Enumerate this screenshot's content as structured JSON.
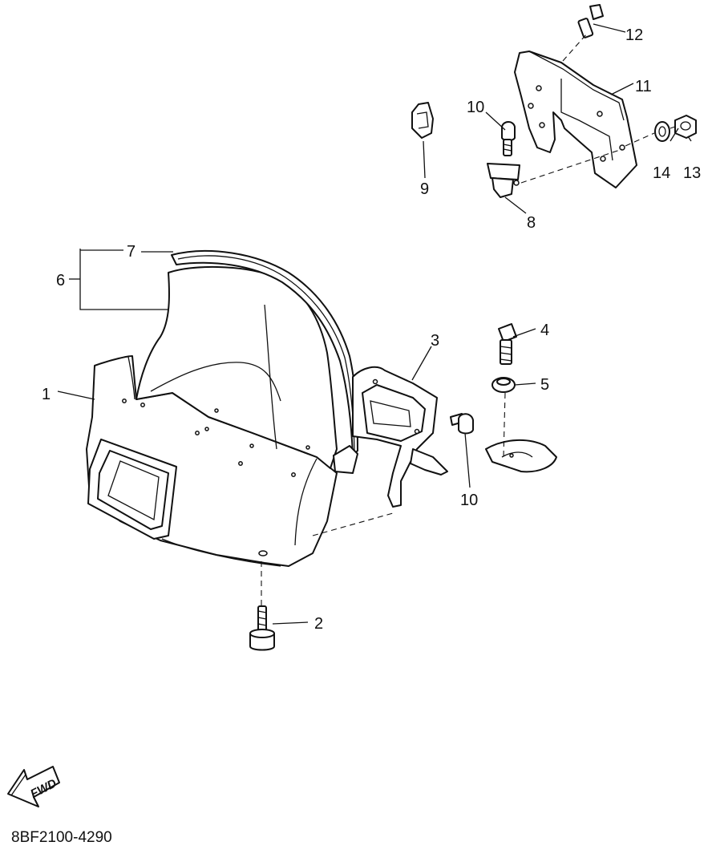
{
  "diagram": {
    "code": "8BF2100-4290",
    "fwd_label": "FWD",
    "callouts": {
      "c1": "1",
      "c2": "2",
      "c3": "3",
      "c4": "4",
      "c5": "5",
      "c6": "6",
      "c7": "7",
      "c8": "8",
      "c9": "9",
      "c10a": "10",
      "c10b": "10",
      "c11": "11",
      "c12": "12",
      "c13": "13",
      "c14": "14"
    }
  }
}
